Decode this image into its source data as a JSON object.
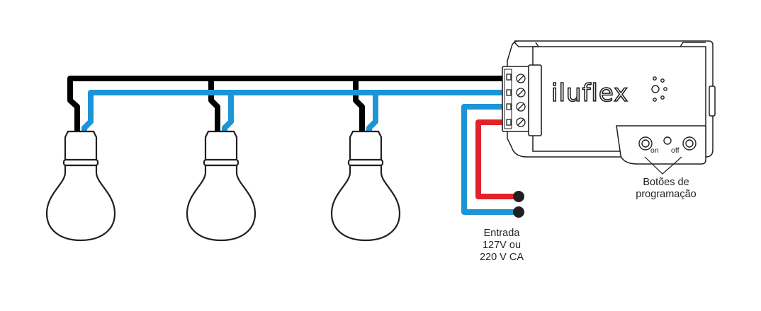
{
  "device": {
    "brand": "iluflex",
    "on_label": "on",
    "off_label": "off"
  },
  "labels": {
    "buttons": [
      "Botões de",
      "programação"
    ],
    "input": [
      "Entrada",
      "127V ou",
      "220 V CA"
    ]
  },
  "colors": {
    "wire_black": "#000000",
    "wire_blue": "#1b95d6",
    "wire_red": "#e4202a",
    "outline": "#231f20"
  },
  "icons": [
    "bulb-icon",
    "terminal-screw-icon",
    "wire-endpoint-icon"
  ]
}
